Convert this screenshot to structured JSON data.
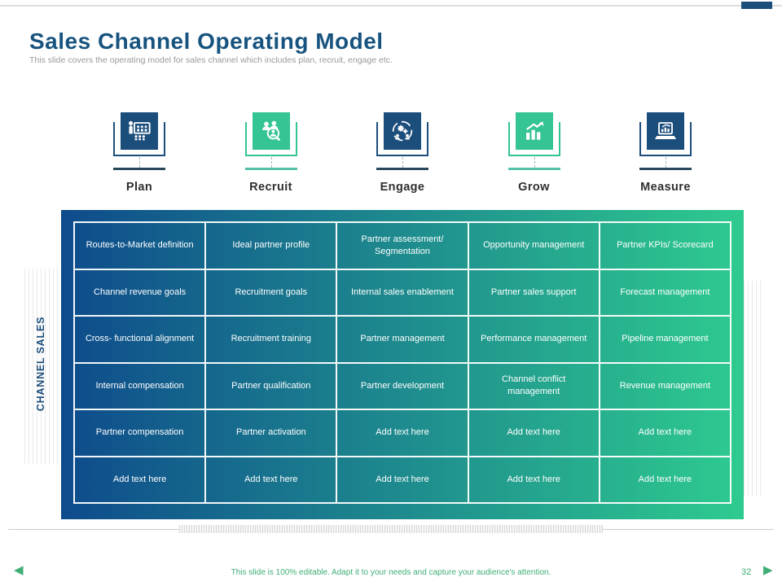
{
  "slide": {
    "title": "Sales Channel Operating Model",
    "subtitle": "This slide covers the operating model for sales channel which includes plan, recruit, engage etc.",
    "footer_note": "This slide is 100% editable. Adapt it to your needs and capture your audience's attention.",
    "page_number": "32",
    "side_label": "CHANNEL SALES"
  },
  "icons": {
    "prev_arrow": "◀",
    "next_arrow": "▶",
    "stage_icons": [
      "presentation-audience-icon",
      "people-search-icon",
      "gears-collaboration-icon",
      "growth-chart-icon",
      "laptop-analytics-icon"
    ]
  },
  "colors": {
    "title": "#17537f",
    "dark": "#1c4e7c",
    "green": "#35c493",
    "dark_bar": "#29485c",
    "green_bar": "#54c1a9",
    "grad_l": "#0e4b8c",
    "grad_r": "#2ecb8f",
    "footer": "#3fae77"
  },
  "stages": [
    {
      "label": "Plan",
      "variant": "dark"
    },
    {
      "label": "Recruit",
      "variant": "green"
    },
    {
      "label": "Engage",
      "variant": "dark"
    },
    {
      "label": "Grow",
      "variant": "green"
    },
    {
      "label": "Measure",
      "variant": "dark"
    }
  ],
  "table": {
    "rows": [
      [
        "Routes-to-Market definition",
        "Ideal partner profile",
        "Partner assessment/ Segmentation",
        "Opportunity management",
        "Partner KPIs/ Scorecard"
      ],
      [
        "Channel revenue goals",
        "Recruitment goals",
        "Internal sales enablement",
        "Partner sales support",
        "Forecast management"
      ],
      [
        "Cross- functional alignment",
        "Recruitment training",
        "Partner management",
        "Performance management",
        "Pipeline management"
      ],
      [
        "Internal compensation",
        "Partner qualification",
        "Partner development",
        "Channel conflict management",
        "Revenue management"
      ],
      [
        "Partner compensation",
        "Partner activation",
        "Add text here",
        "Add text here",
        "Add text here"
      ],
      [
        "Add text here",
        "Add text here",
        "Add text here",
        "Add text here",
        "Add text here"
      ]
    ]
  }
}
